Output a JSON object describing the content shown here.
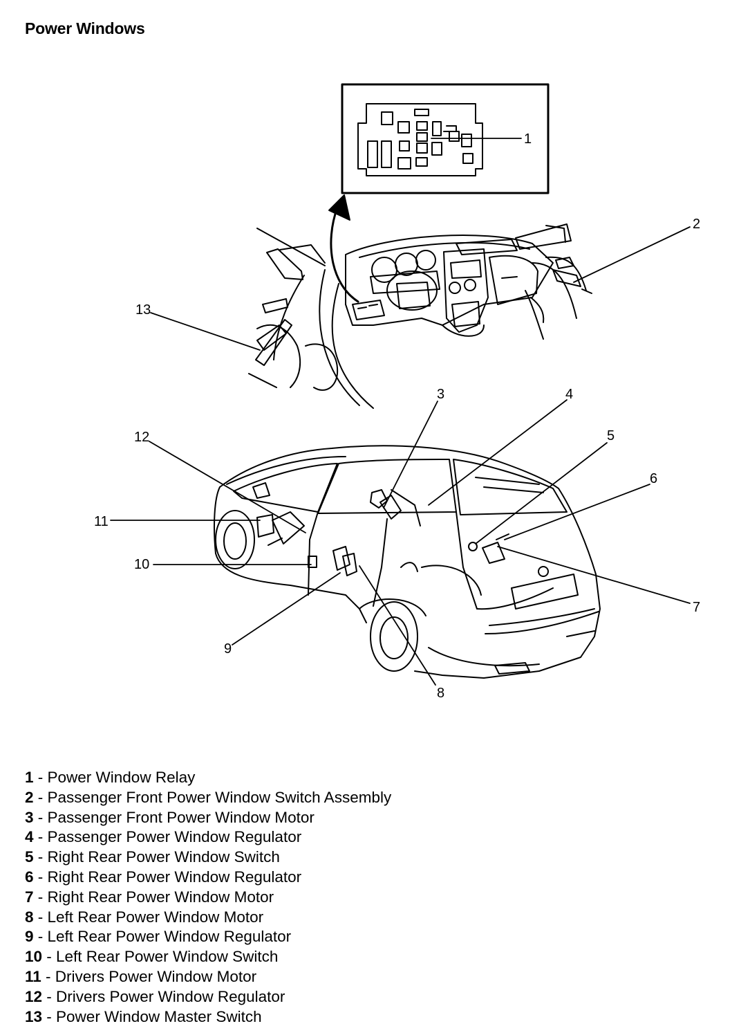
{
  "title": "Power Windows",
  "callouts": [
    "1",
    "2",
    "3",
    "4",
    "5",
    "6",
    "7",
    "8",
    "9",
    "10",
    "11",
    "12",
    "13"
  ],
  "legend": [
    {
      "num": "1",
      "label": "Power Window Relay"
    },
    {
      "num": "2",
      "label": "Passenger Front Power Window Switch Assembly"
    },
    {
      "num": "3",
      "label": "Passenger Front Power Window Motor"
    },
    {
      "num": "4",
      "label": "Passenger Power Window Regulator"
    },
    {
      "num": "5",
      "label": "Right Rear Power Window Switch"
    },
    {
      "num": "6",
      "label": "Right Rear Power Window Regulator"
    },
    {
      "num": "7",
      "label": "Right Rear Power Window Motor"
    },
    {
      "num": "8",
      "label": "Left Rear Power Window Motor"
    },
    {
      "num": "9",
      "label": "Left Rear Power Window Regulator"
    },
    {
      "num": "10",
      "label": "Left Rear Power Window Switch"
    },
    {
      "num": "11",
      "label": "Drivers Power Window Motor"
    },
    {
      "num": "12",
      "label": "Drivers Power Window Regulator"
    },
    {
      "num": "13",
      "label": "Power Window Master Switch"
    }
  ],
  "separator": " - "
}
